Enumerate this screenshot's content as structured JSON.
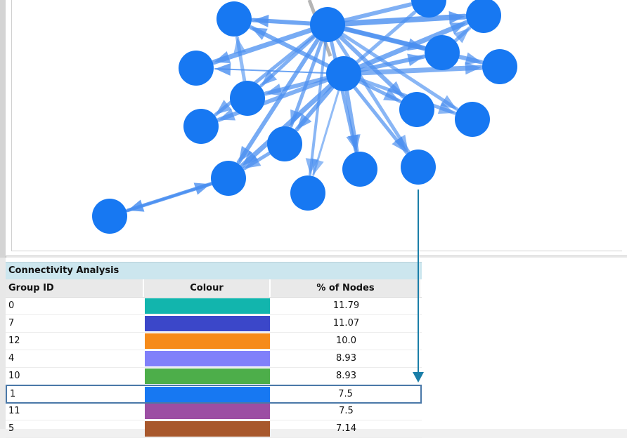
{
  "table": {
    "title": "Connectivity Analysis",
    "columns": [
      "Group ID",
      "Colour",
      "% of Nodes"
    ],
    "rows": [
      {
        "group": "0",
        "colour": "#12b5ad",
        "pct": "11.79"
      },
      {
        "group": "7",
        "colour": "#3b47c9",
        "pct": "11.07"
      },
      {
        "group": "12",
        "colour": "#f68b1a",
        "pct": "10.0"
      },
      {
        "group": "4",
        "colour": "#8080fa",
        "pct": "8.93"
      },
      {
        "group": "10",
        "colour": "#4dae4a",
        "pct": "8.93"
      },
      {
        "group": "1",
        "colour": "#1778f2",
        "pct": "7.5",
        "selected": true
      },
      {
        "group": "11",
        "colour": "#9c4ea3",
        "pct": "7.5"
      },
      {
        "group": "5",
        "colour": "#a8582c",
        "pct": "7.14"
      }
    ]
  },
  "graph": {
    "node_color": "#1778f2",
    "edge_color": "#4a8ff0",
    "callout_color": "#1a7ea8"
  }
}
